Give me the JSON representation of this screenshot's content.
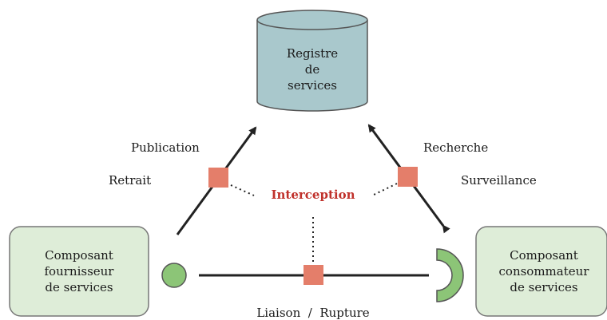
{
  "colors": {
    "registry_fill": "#a9c8cc",
    "component_fill": "#deedd8",
    "component_stroke": "#777777",
    "interceptor_fill": "#e47e6a",
    "provided_port_fill": "#8cc577",
    "required_port_fill": "#8cc577",
    "interception_text": "#c0312b",
    "arrow": "#222222"
  },
  "registry": {
    "line1": "Registre",
    "line2": "de",
    "line3": "services"
  },
  "provider": {
    "line1": "Composant",
    "line2": "fournisseur",
    "line3": "de services"
  },
  "consumer": {
    "line1": "Composant",
    "line2": "consommateur",
    "line3": "de services"
  },
  "labels": {
    "publication": "Publication",
    "retrait": "Retrait",
    "recherche": "Recherche",
    "surveillance": "Surveillance",
    "interception": "Interception",
    "liaison": "Liaison  /  Rupture"
  }
}
